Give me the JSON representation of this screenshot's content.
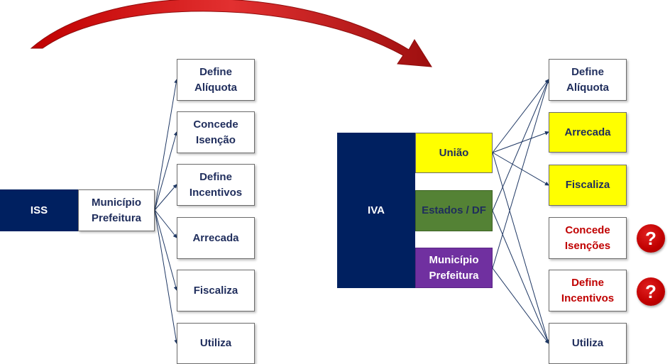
{
  "colors": {
    "navy": "#002060",
    "yellow": "#ffff00",
    "green": "#548235",
    "purple": "#7030a0",
    "red": "#c00000",
    "arrow": "#b3171b",
    "text": "#1f2d5c"
  },
  "left": {
    "source": "ISS",
    "entity": "Município\nPrefeitura",
    "functions": [
      "Define\nAlíquota",
      "Concede\nIsenção",
      "Define\nIncentivos",
      "Arrecada",
      "Fiscaliza",
      "Utiliza"
    ]
  },
  "right": {
    "source": "IVA",
    "entities": [
      "União",
      "Estados / DF",
      "Município\nPrefeitura"
    ],
    "functions": [
      "Define\nAlíquota",
      "Arrecada",
      "Fiscaliza",
      "Concede\nIsenções",
      "Define\nIncentivos",
      "Utiliza"
    ],
    "question_marks": [
      "?",
      "?"
    ]
  },
  "transition_icon": "curved-arrow-icon",
  "question_icon": "question-mark-icon"
}
